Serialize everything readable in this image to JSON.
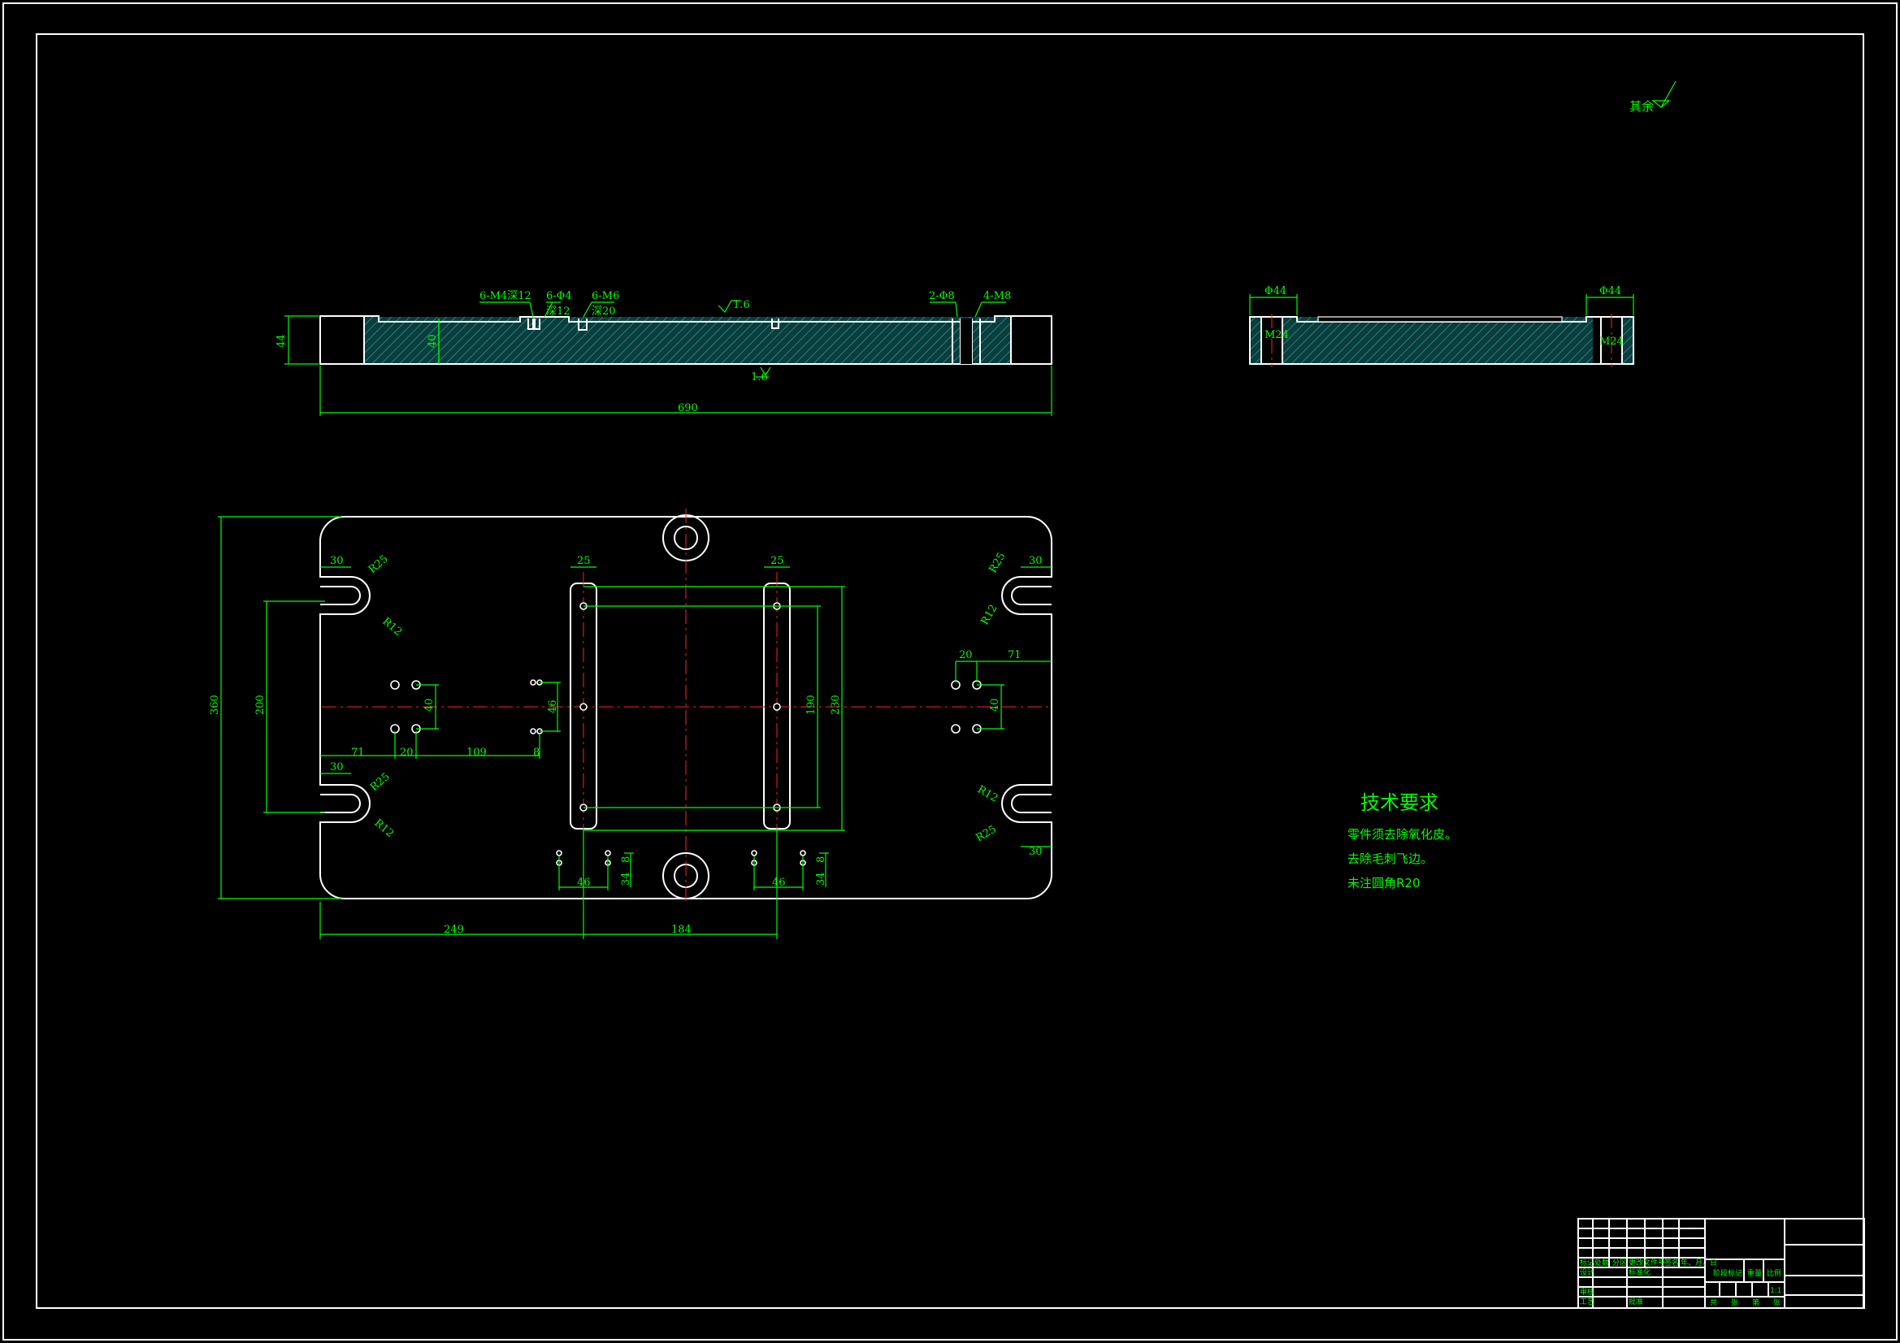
{
  "drawing": {
    "roughness_note": "其余",
    "tech_title": "技术要求",
    "tech_notes": [
      "零件须去除氧化皮。",
      "去除毛刺飞边。",
      "未注圆角R20"
    ]
  },
  "front_view": {
    "labels": {
      "m4": "6-M4深12",
      "d4": "6-Φ4",
      "d4_depth": "深12",
      "m6": "6-M6",
      "m6_depth": "深20",
      "d8": "2-Φ8",
      "m8": "4-M8",
      "h44": "44",
      "h40": "40",
      "len690": "690",
      "ra_top": "1.6",
      "ra_bot": "1.6"
    }
  },
  "side_view": {
    "labels": {
      "d44_left": "Φ44",
      "d44_right": "Φ44",
      "m24_left": "M24",
      "m24_right": "M24"
    }
  },
  "top_view": {
    "labels": {
      "d360": "360",
      "d200": "200",
      "d30_tl": "30",
      "r25_tl": "R25",
      "r12_tl": "R12",
      "d30_bl": "30",
      "r25_bl": "R25",
      "r12_bl": "R12",
      "d30_tr": "30",
      "r25_tr": "R25",
      "r12_tr": "R12",
      "d30_br": "30",
      "r25_br": "R25",
      "r12_br": "R12",
      "d71_l": "71",
      "d20_l": "20",
      "d109": "109",
      "d40_l": "40",
      "d46_l": "46",
      "d8_l": "8",
      "d20_r": "20",
      "d71_r": "71",
      "d40_r": "40",
      "d25_l": "25",
      "d25_r": "25",
      "d190": "190",
      "d230": "230",
      "d8_bl": "8",
      "d46_bl": "46",
      "d34_bl": "34",
      "d8_br": "8",
      "d46_br": "46",
      "d34_br": "34",
      "d249": "249",
      "d184": "184"
    }
  },
  "title_block": {
    "labels": [
      "标记",
      "处数",
      "分区",
      "更改文件号",
      "签名",
      "年、月、日",
      "设计",
      "标准化",
      "审核",
      "工艺",
      "批准",
      "阶段标记",
      "重量",
      "比例",
      "1:1",
      "共",
      "张",
      "第",
      "张"
    ]
  }
}
